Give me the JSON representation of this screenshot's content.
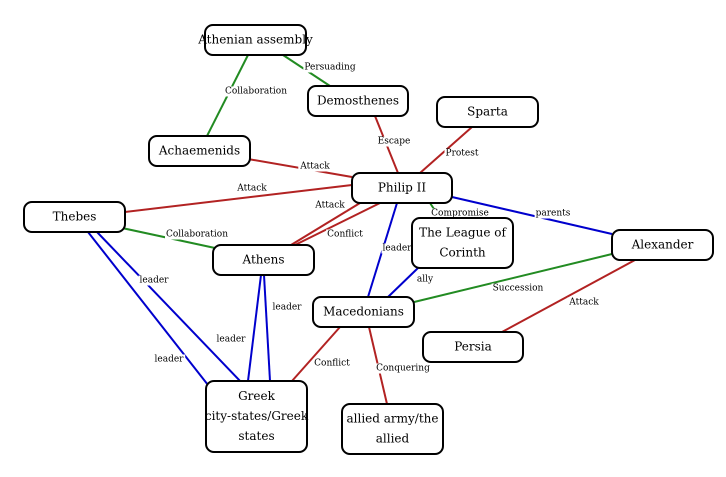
{
  "colors": {
    "red": "#b22222",
    "green": "#228b22",
    "blue": "#0000cd"
  },
  "nodes": [
    {
      "id": "athenian-assembly",
      "lines": [
        "Athenian assembly"
      ]
    },
    {
      "id": "demosthenes",
      "lines": [
        "Demosthenes"
      ]
    },
    {
      "id": "sparta",
      "lines": [
        "Sparta"
      ]
    },
    {
      "id": "achaemenids",
      "lines": [
        "Achaemenids"
      ]
    },
    {
      "id": "philip-ii",
      "lines": [
        "Philip II"
      ]
    },
    {
      "id": "thebes",
      "lines": [
        "Thebes"
      ]
    },
    {
      "id": "league-of-corinth",
      "lines": [
        "The League of",
        "Corinth"
      ]
    },
    {
      "id": "alexander",
      "lines": [
        "Alexander"
      ]
    },
    {
      "id": "athens",
      "lines": [
        "Athens"
      ]
    },
    {
      "id": "macedonians",
      "lines": [
        "Macedonians"
      ]
    },
    {
      "id": "persia",
      "lines": [
        "Persia"
      ]
    },
    {
      "id": "greek-city-states",
      "lines": [
        "Greek",
        "city-states/Greek",
        "states"
      ]
    },
    {
      "id": "allied-army",
      "lines": [
        "allied army/the",
        "allied"
      ]
    }
  ],
  "edges": [
    {
      "from": "athenian-assembly",
      "to": "achaemenids",
      "label": "Collaboration",
      "color": "green"
    },
    {
      "from": "athenian-assembly",
      "to": "demosthenes",
      "label": "Persuading",
      "color": "green"
    },
    {
      "from": "demosthenes",
      "to": "philip-ii",
      "label": "Escape",
      "color": "red"
    },
    {
      "from": "sparta",
      "to": "philip-ii",
      "label": "Protest",
      "color": "red"
    },
    {
      "from": "achaemenids",
      "to": "philip-ii",
      "label": "Attack",
      "color": "red"
    },
    {
      "from": "thebes",
      "to": "philip-ii",
      "label": "Attack",
      "color": "red"
    },
    {
      "from": "philip-ii",
      "to": "athens",
      "label": "Attack",
      "color": "red"
    },
    {
      "from": "philip-ii",
      "to": "athens",
      "label": "Conflict",
      "color": "red"
    },
    {
      "from": "philip-ii",
      "to": "league-of-corinth",
      "label": "Compromise",
      "color": "green"
    },
    {
      "from": "philip-ii",
      "to": "alexander",
      "label": "parents",
      "color": "blue"
    },
    {
      "from": "philip-ii",
      "to": "macedonians",
      "label": "leader",
      "color": "blue"
    },
    {
      "from": "thebes",
      "to": "athens",
      "label": "Collaboration",
      "color": "green"
    },
    {
      "from": "thebes",
      "to": "greek-city-states",
      "label": "leader",
      "color": "blue"
    },
    {
      "from": "thebes",
      "to": "greek-city-states",
      "label": "leader",
      "color": "blue"
    },
    {
      "from": "athens",
      "to": "greek-city-states",
      "label": "leader",
      "color": "blue"
    },
    {
      "from": "athens",
      "to": "greek-city-states",
      "label": "leader",
      "color": "blue"
    },
    {
      "from": "league-of-corinth",
      "to": "macedonians",
      "label": "ally",
      "color": "blue"
    },
    {
      "from": "alexander",
      "to": "macedonians",
      "label": "Succession",
      "color": "green"
    },
    {
      "from": "alexander",
      "to": "persia",
      "label": "Attack",
      "color": "red"
    },
    {
      "from": "macedonians",
      "to": "greek-city-states",
      "label": "Conflict",
      "color": "red"
    },
    {
      "from": "macedonians",
      "to": "allied-army",
      "label": "Conquering",
      "color": "red"
    }
  ]
}
